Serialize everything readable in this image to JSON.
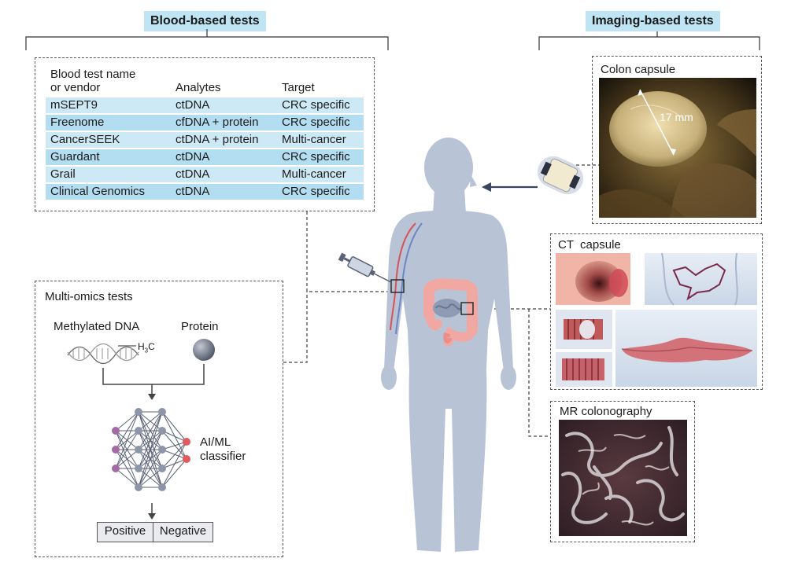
{
  "blood": {
    "header": "Blood-based tests",
    "columns": [
      "Blood test name\nor vendor",
      "Analytes",
      "Target"
    ],
    "rows": [
      [
        "mSEPT9",
        "ctDNA",
        "CRC specific"
      ],
      [
        "Freenome",
        "cfDNA + protein",
        "CRC specific"
      ],
      [
        "CancerSEEK",
        "ctDNA + protein",
        "Multi-cancer"
      ],
      [
        "Guardant",
        "ctDNA",
        "CRC specific"
      ],
      [
        "Grail",
        "ctDNA",
        "Multi-cancer"
      ],
      [
        "Clinical Genomics",
        "ctDNA",
        "CRC specific"
      ]
    ]
  },
  "multiomics": {
    "title": "Multi-omics tests",
    "methylated_label": "Methylated DNA",
    "h3c_label": "H",
    "h3c_sub": "3",
    "h3c_c": "C",
    "protein_label": "Protein",
    "classifier_label_1": "AI/ML",
    "classifier_label_2": "classifier",
    "positive_label": "Positive",
    "negative_label": "Negative"
  },
  "imaging": {
    "header": "Imaging-based tests",
    "colon_capsule_title": "Colon capsule",
    "measure_label": "17 mm",
    "ct_capsule_title": "CT  capsule",
    "mr_title": "MR colonography"
  },
  "colors": {
    "header_bg": "#bfe4f3",
    "row_light": "#cde9f6",
    "row_dark": "#b3ddf0",
    "body_silhouette": "#b9c3d6",
    "colon": "#f2a8a2",
    "input_node": "#a56aa6",
    "hidden_node": "#8d95a8",
    "output_node": "#e05a5e"
  }
}
